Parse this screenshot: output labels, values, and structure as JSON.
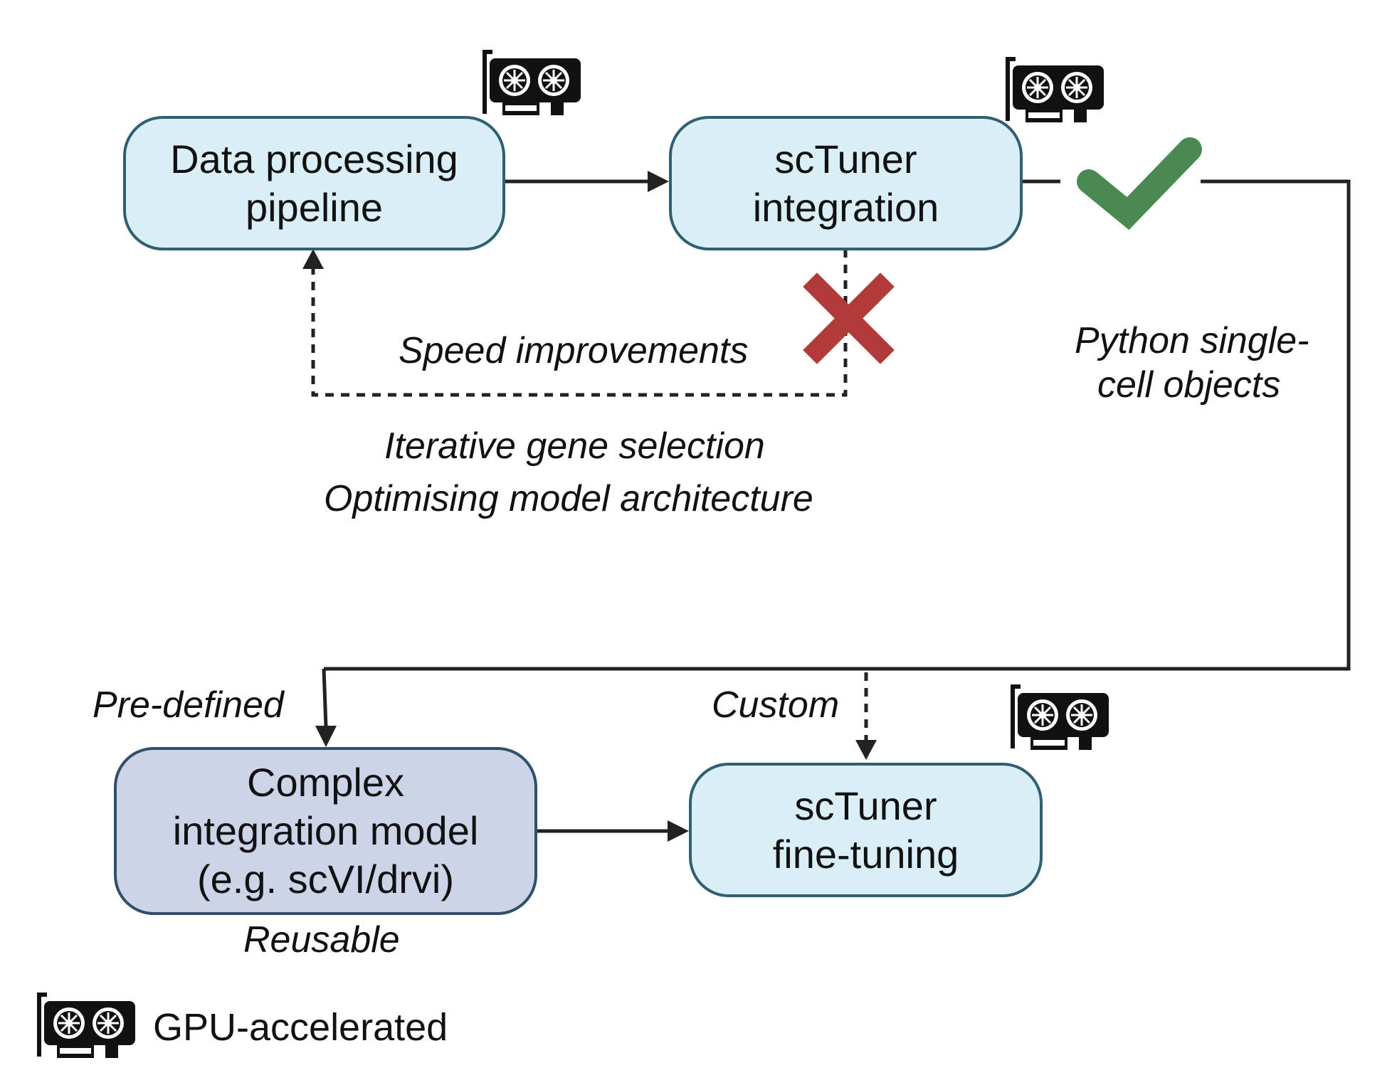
{
  "nodes": {
    "data_processing": {
      "line1": "Data processing",
      "line2": "pipeline"
    },
    "sctuner_integration": {
      "line1": "scTuner",
      "line2": "integration"
    },
    "complex_model": {
      "line1": "Complex",
      "line2": "integration model",
      "line3": "(e.g. scVI/drvi)"
    },
    "sctuner_finetuning": {
      "line1": "scTuner",
      "line2": "fine-tuning"
    }
  },
  "labels": {
    "speed_improvements": "Speed improvements",
    "python_objects_line1": "Python single-",
    "python_objects_line2": "cell objects",
    "iterative_gene_selection": "Iterative gene selection",
    "optimising_architecture": "Optimising model architecture",
    "pre_defined": "Pre-defined",
    "custom": "Custom",
    "reusable": "Reusable"
  },
  "legend": {
    "gpu_label": "GPU-accelerated"
  },
  "icons": {
    "gpu": "gpu-card-icon",
    "success": "checkmark-icon",
    "failure": "cross-icon"
  },
  "colors": {
    "node_fill": "#d9eff5",
    "node_border": "#2f5f72",
    "complex_fill": "#cdd4e8",
    "check": "#4a8a52",
    "cross": "#b23a3a",
    "line": "#222222"
  }
}
